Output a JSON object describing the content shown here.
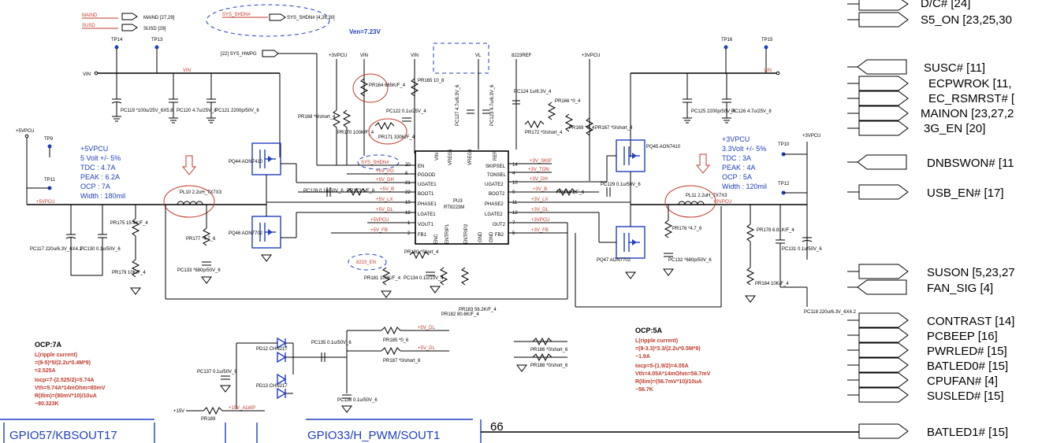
{
  "top_nets": {
    "maind": "MAIND",
    "maind_ref": "MAIND [27,29]",
    "susd": "SUSD",
    "susd_ref": "SUSD [29]",
    "sys_shdn": "SYS_SHDN#",
    "sys_shdn_ref": "SYS_SHDN# [4,26,30]",
    "ven": "Ven=7.23V",
    "hwpg": "[22] SYS_HWPG"
  },
  "testpoints": [
    "TP14",
    "TP13",
    "TP9",
    "TP11",
    "TP16",
    "TP15",
    "TP10",
    "TP12"
  ],
  "rails": {
    "vin": "VIN",
    "p5vpcu": "+5VPCU",
    "p3vpcu": "+3VPCU",
    "vl": "VL",
    "ref8223": "8223REF",
    "p15v": "+15V",
    "p15v_alwp": "+15V_ALWP"
  },
  "left_spec": {
    "rail": "+5VPCU",
    "volt": "5 Volt +/- 5%",
    "tdc": "TDC : 4.7A",
    "peak": "PEAK : 6.2A",
    "ocp": "OCP : 7A",
    "width": "Width : 180mil"
  },
  "right_spec": {
    "rail": "+3VPCU",
    "volt": "3.3Volt +/- 5%",
    "tdc": "TDC : 3A",
    "peak": "PEAK : 4A",
    "ocp": "OCP : 5A",
    "width": "Width : 120mil"
  },
  "ic": {
    "ref": "PU3",
    "part": "RT8223M",
    "left_pins": [
      "EN",
      "PGOOD",
      "UGATE1",
      "BOOT1",
      "PHASE1",
      "LGATE1",
      "VOUT1",
      "FB1"
    ],
    "left_nums": [
      "20",
      "6",
      "21",
      "22",
      "19",
      "18",
      "1",
      "2"
    ],
    "right_pins": [
      "SKIPSEL",
      "TONSEL",
      "UGATE2",
      "BOOT2",
      "PHASE2",
      "LGATE2",
      "OUT2",
      "FB2"
    ],
    "right_nums": [
      "14",
      "4",
      "10",
      "9",
      "11",
      "12",
      "7",
      "5"
    ],
    "top_pins": [
      "VIN",
      "VREG5",
      "VREG3",
      "REF"
    ],
    "bottom_pins": [
      "ENC",
      "ENTRIP1",
      "ENTRIP2",
      "GND",
      "GND"
    ]
  },
  "left_nets": [
    "+5V_PG",
    "+5V_DH",
    "+5V_B",
    "+5V_LX",
    "+5V_DL",
    "+5VPCU",
    "+5V_FB"
  ],
  "right_nets": [
    "+3V_SKIP",
    "+3V_TON",
    "+3V_DH",
    "+3V_B",
    "+3V_LX",
    "+3V_DL",
    "+3VPCU",
    "+3V_FB"
  ],
  "components": {
    "pc119": "PC119 *100u/25V_6X5.8",
    "pc120": "PC120 4.7u/25V_8",
    "pc121": "PC121 2200p/50V_6",
    "pr168": "PR168 *0/short_4",
    "pr170": "PR170 100K/F_4",
    "pr164": "PR164 665K/F_4",
    "pr171": "PR171 330K/F_4",
    "pc122": "PC122 0.1u/25V_4",
    "pr165": "PR165 10_8",
    "pc127": "PC127 4.7u/6.3V_6",
    "pc123": "PC123 4.7u/6.3V_6",
    "pc124": "PC124 1u/6.3V_4",
    "pr172": "PR172 *0/short_4",
    "pr166": "PR166 *0_4",
    "pr169": "PR169 *0_4",
    "pr167": "PR167 *0/short_4",
    "pc125": "PC125 2200p/50V_6",
    "pc126": "PC126 4.7u/25V_8",
    "pq44": "PQ44 AON7410",
    "pq46": "PQ46 AON7702",
    "pq45": "PQ45 AON7410",
    "pq47": "PQ47 AON7702",
    "pl10": "PL10 2.2uH_7X7X3",
    "pl11": "PL11 2.2uH_7X7X3",
    "pc128": "PC128 0.1u/50V_6",
    "pr173": "PR173 1/F_6",
    "pc129": "PC129 0.1u/50V_6",
    "pr174": "PR174 1/F_6",
    "pr175": "PR175 15.4K/F_4",
    "pr179": "PR179 10K/F_4",
    "pc117": "PC117 220u/6.3V_6X4.2",
    "pc130": "PC130 0.1u/50V_6",
    "pr177": "PR177 *4.7_6",
    "pc133": "PC133 *680p/50V_6",
    "pr176": "PR176 *4.7_6",
    "pc132": "PC132 *680p/50V_6",
    "pr178": "PR178 6.81K/F_4",
    "pr184": "PR184 10K/F_4",
    "pc131": "PC131 0.1u/50V_6",
    "pc118": "PC118 220u/6.3V_6X4.2",
    "pr180": "PR180 *Short_4",
    "pr181": "PR181 100K/F_4",
    "pc134": "PC134 0.1u/10V_4",
    "pr182": "PR182 80.6K/F_4",
    "pr183": "PR183 56.2K/F_4",
    "en8223": "8223_EN",
    "pd12": "PD12 CHN217",
    "pd13": "PD13 CHN217",
    "pc135": "PC135 0.1u/50V_6",
    "pc137": "PC137 0.1u/50V_6",
    "pc136": "PC136 0.1u/50V_6",
    "pr185": "PR185 *0_6",
    "pr187": "PR187 *0/short_6",
    "pr186": "PR186 *0/short_6",
    "pr188": "PR188 *0/short_6",
    "pr189": "PR189"
  },
  "ocp_left": {
    "title": "OCP:7A",
    "l1": "L(ripple current)",
    "l2": "=(9-5)*5/(2.2u*0.4M*9)",
    "l3": "=2.525A",
    "l4": "Iocp=7-(2.525/2)=5.74A",
    "l5": "Vth=5.74A*14mOhm=80mV",
    "l6": "R(Ilim)=(80mV*10)/10uA",
    "l7": "~80.323K"
  },
  "ocp_right": {
    "title": "OCP:5A",
    "l1": "L(ripple current)",
    "l2": "=(9-3.3)*3.3/(2.2u*0.5M*9)",
    "l3": "~1.9A",
    "l4": "Iocp=5-(1.9/2)=4.05A",
    "l5": "Vth=4.05A*14mOhm=56.7mV",
    "l6": "R(Ilim)=(56.7mV*10)/10uA",
    "l7": "~56.7K"
  },
  "right_signals": [
    "D/C#  [24]",
    "S5_ON  [23,25,30",
    "SUSC#  [11]",
    "ECPWROK  [11,",
    "EC_RSMRST#  [",
    "MAINON  [23,27,2",
    "3G_EN  [20]",
    "DNBSWON#  [11",
    "USB_EN#  [17]",
    "SUSON  [5,23,27",
    "FAN_SIG  [4]",
    "CONTRAST  [14]",
    "PCBEEP  [16]",
    "PWRLED#  [15]",
    "BATLED0#  [15]",
    "CPUFAN#  [4]",
    "SUSLED#  [15]",
    "BATLED1#  [15]"
  ],
  "bottom": {
    "left_label": "GPIO57/KBSOUT17",
    "mid_label": "GPIO33/H_PWM/SOUT1",
    "pin_num": "66"
  }
}
